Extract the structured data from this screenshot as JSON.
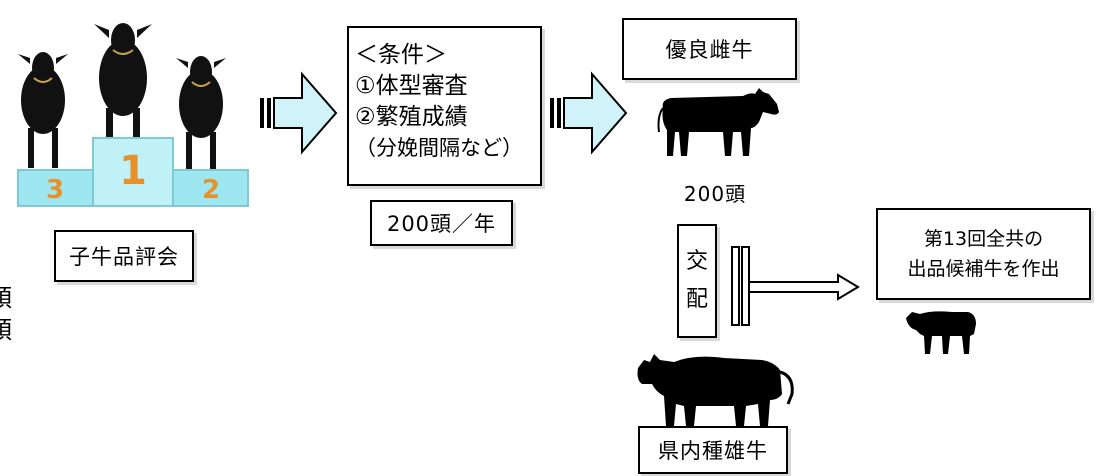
{
  "podium": {
    "first": "1",
    "second": "2",
    "third": "3"
  },
  "calf_show": {
    "label": "子牛品評会"
  },
  "left_edge_fragment": {
    "line1": "頭",
    "line2": "頭"
  },
  "conditions": {
    "title": "＜条件＞",
    "item1": "①体型審査",
    "item2": "②繁殖成績",
    "item2_note": "（分娩間隔など）"
  },
  "per_year": {
    "label": "200頭／年"
  },
  "elite_cow": {
    "label": "優良雌牛",
    "count": "200頭"
  },
  "mating": {
    "line1": "交",
    "line2": "配"
  },
  "bull": {
    "label": "県内種雄牛"
  },
  "result": {
    "line1": "第13回全共の",
    "line2": "出品候補牛を作出"
  },
  "colors": {
    "arrow_fill": "#cff3f8",
    "podium_fill": "#9ee7f0",
    "podium_numbers": "#e8902a",
    "silhouette": "#000000"
  }
}
